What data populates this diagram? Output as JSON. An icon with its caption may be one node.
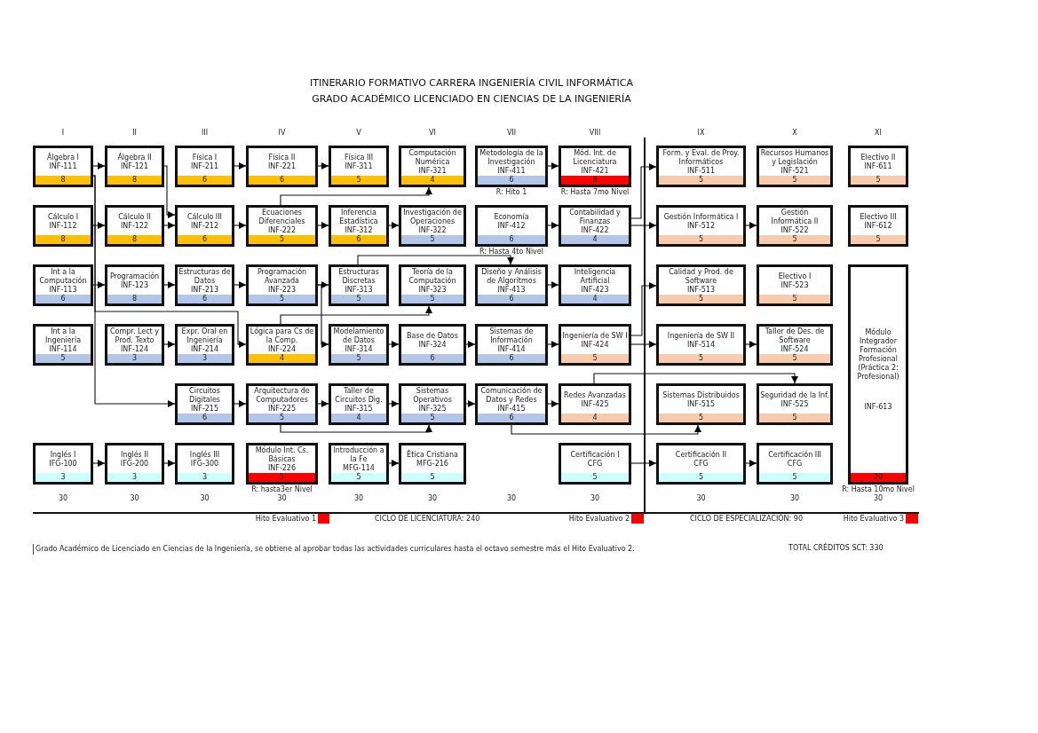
{
  "diagram": {
    "title": "ITINERARIO FORMATIVO CARRERA INGENIERÍA CIVIL INFORMÁTICA",
    "nodes": [
      {
        "text": [
          "Álgebra I",
          "INF-111",
          "8"
        ]
      },
      {
        "text": [
          "Álgebra II",
          "INF-121",
          "8"
        ]
      },
      {
        "text": [
          "Física I",
          "INF-211",
          "6"
        ]
      },
      {
        "text": [
          "Física II",
          "INF-221",
          "6"
        ]
      },
      {
        "text": [
          "Física III",
          "INF-311",
          "5"
        ]
      },
      {
        "text": [
          "Computación Numérica",
          "INF-321",
          "4"
        ]
      },
      {
        "text": [
          "Metodología de la Investigación",
          "INF-411",
          "6"
        ],
        "beside": [
          "R: Hito 1"
        ]
      },
      {
        "text": [
          "Mód. Int. de Licenciatura",
          "INF-421",
          "8"
        ],
        "beside": [
          "R: Hasta 7mo Nivel"
        ]
      },
      {
        "text": [
          "Form. y Eval. de Proy. Informáticos",
          "INF-511",
          "5"
        ]
      },
      {
        "text": [
          "Recursos Humanos y Legislación",
          "INF-521",
          "5"
        ]
      },
      {
        "text": [
          "Electivo II",
          "INF-611",
          "5"
        ]
      },
      {
        "text": [
          "Cálculo I",
          "INF-112",
          "8"
        ]
      },
      {
        "text": [
          "Cálculo II",
          "INF-122",
          "8"
        ]
      },
      {
        "text": [
          "Cálculo III",
          "INF-212",
          "6"
        ]
      },
      {
        "text": [
          "Ecuaciones Diferenciales",
          "INF-222",
          "5"
        ]
      },
      {
        "text": [
          "Inferencia Estadística",
          "INF-312",
          "6"
        ]
      },
      {
        "text": [
          "Investigación de Operaciones",
          "INF-322",
          "5"
        ]
      },
      {
        "text": [
          "Economía",
          "INF-412",
          "6"
        ],
        "beside": [
          "R: Hasta 4to Nivel"
        ]
      },
      {
        "text": [
          "Contabilidad y Finanzas",
          "INF-422",
          "4"
        ]
      },
      {
        "text": [
          "Gestión Informática I",
          "INF-512",
          "5"
        ]
      },
      {
        "text": [
          "Gestión Informática II",
          "INF-522",
          "5"
        ]
      },
      {
        "text": [
          "Electivo III",
          "INF-612",
          "5"
        ]
      },
      {
        "text": [
          "Int a la Computación",
          "INF-113",
          "6"
        ]
      },
      {
        "text": [
          "Programación",
          "INF-123",
          "8"
        ]
      },
      {
        "text": [
          "Estructuras de Datos",
          "INF-213",
          "6"
        ]
      },
      {
        "text": [
          "Programación Avanzada",
          "INF-223",
          "5"
        ]
      },
      {
        "text": [
          "Estructuras Discretas",
          "INF-313",
          "5"
        ]
      },
      {
        "text": [
          "Teoría de la Computación",
          "INF-323",
          "5"
        ]
      },
      {
        "text": [
          "Diseño y Análisis de Algoritmos",
          "INF-413",
          "6"
        ]
      },
      {
        "text": [
          "Inteligencia Artificial",
          "INF-423",
          "4"
        ]
      },
      {
        "text": [
          "Calidad y Prod. de Software",
          "INF-513",
          "5"
        ]
      },
      {
        "text": [
          "Electivo I",
          "INF-523",
          "5"
        ]
      },
      {
        "text": [
          "Módulo Integrador Formación Profesional (Práctica 2: Profesional)",
          "INF-613",
          "20"
        ],
        "beside": [
          "R: Hasta 10mo Nivel"
        ]
      },
      {
        "text": [
          "Int a la Ingeniería",
          "INF-114",
          "5"
        ]
      },
      {
        "text": [
          "Compr. Lect y Prod. Texto",
          "INF-124",
          "3"
        ]
      },
      {
        "text": [
          "Expr. Oral en Ingeniería",
          "INF-214",
          "3"
        ]
      },
      {
        "text": [
          "Lógica para Cs de la Comp.",
          "INF-224",
          "4"
        ]
      },
      {
        "text": [
          "Modelamiento de Datos",
          "INF-314",
          "5"
        ]
      },
      {
        "text": [
          "Base de Datos",
          "INF-324",
          "6"
        ]
      },
      {
        "text": [
          "Sistemas de Información",
          "INF-414",
          "6"
        ]
      },
      {
        "text": [
          "Ingeniería de SW I",
          "INF-424",
          "5"
        ]
      },
      {
        "text": [
          "Ingeniería de SW II",
          "INF-514",
          "5"
        ]
      },
      {
        "text": [
          "Taller de Des. de Software",
          "INF-524",
          "5"
        ]
      },
      {
        "text": [
          "Circuitos Digitales",
          "INF-215",
          "6"
        ]
      },
      {
        "text": [
          "Arquitectura de Computadores",
          "INF-225",
          "5"
        ]
      },
      {
        "text": [
          "Taller de Circuitos Dig.",
          "INF-315",
          "4"
        ]
      },
      {
        "text": [
          "Sistemas Operativos",
          "INF-325",
          "5"
        ]
      },
      {
        "text": [
          "Comunicación de Datos y Redes",
          "INF-415",
          "6"
        ]
      },
      {
        "text": [
          "Redes Avanzadas",
          "INF-425",
          "4"
        ]
      },
      {
        "text": [
          "Sistemas Distribuidos",
          "INF-515",
          "5"
        ]
      },
      {
        "text": [
          "Seguridad de la Inf.",
          "INF-525",
          "5"
        ]
      },
      {
        "text": [
          "Inglés I",
          "IFG-100",
          "3"
        ]
      },
      {
        "text": [
          "Inglés II",
          "IFG-200",
          "3"
        ]
      },
      {
        "text": [
          "Inglés III",
          "IFG-300",
          "3"
        ]
      },
      {
        "text": [
          "Módulo Int. Cs. Básicas",
          "INF-226",
          "5"
        ],
        "beside": [
          "R: hasta3er Nivel"
        ]
      },
      {
        "text": [
          "Introducción a la Fe",
          "MFG-114",
          "5"
        ]
      },
      {
        "text": [
          "Ética Cristiana",
          "MFG-216",
          "5"
        ]
      },
      {
        "text": [
          "Certificación I",
          "CFG",
          "5"
        ]
      },
      {
        "text": [
          "Certificación II",
          "CFG",
          "5"
        ]
      },
      {
        "text": [
          "Certificación III",
          "CFG",
          "5"
        ]
      }
    ],
    "edges": [
      {
        "from": 0,
        "to": 1,
        "arrow": "to"
      },
      {
        "from": 0,
        "to": 43,
        "arrow": "to"
      },
      {
        "from": 0,
        "to": 36,
        "arrow": "to"
      },
      {
        "from": 1,
        "to": 13,
        "arrow": "to"
      },
      {
        "from": 2,
        "to": 3,
        "arrow": "to"
      },
      {
        "from": 3,
        "to": 4,
        "arrow": "to"
      },
      {
        "from": 14,
        "to": 5,
        "arrow": "to"
      },
      {
        "from": 6,
        "to": 7,
        "arrow": "to"
      },
      {
        "from": 11,
        "to": 12,
        "arrow": "to"
      },
      {
        "from": 12,
        "to": 13,
        "arrow": "to"
      },
      {
        "from": 13,
        "to": 14,
        "arrow": "to"
      },
      {
        "from": 14,
        "to": 15,
        "arrow": "to"
      },
      {
        "from": 15,
        "to": 16,
        "arrow": "to"
      },
      {
        "from": 17,
        "to": 18,
        "arrow": "to"
      },
      {
        "from": 18,
        "to": 8,
        "arrow": "to"
      },
      {
        "from": 18,
        "to": 19,
        "arrow": "to"
      },
      {
        "from": 19,
        "to": 20,
        "arrow": "to"
      },
      {
        "from": 22,
        "to": 23,
        "arrow": "to"
      },
      {
        "from": 23,
        "to": 24,
        "arrow": "to"
      },
      {
        "from": 24,
        "to": 25,
        "arrow": "to"
      },
      {
        "from": 25,
        "to": 26,
        "arrow": "to"
      },
      {
        "from": 26,
        "to": 28,
        "arrow": "to"
      },
      {
        "from": 28,
        "to": 29,
        "arrow": "to"
      },
      {
        "from": 25,
        "to": 37,
        "arrow": "to"
      },
      {
        "from": 36,
        "to": 27,
        "arrow": "to"
      },
      {
        "from": 34,
        "to": 35,
        "arrow": "to"
      },
      {
        "from": 37,
        "to": 38,
        "arrow": "to"
      },
      {
        "from": 38,
        "to": 39,
        "arrow": "to"
      },
      {
        "from": 39,
        "to": 40,
        "arrow": "to"
      },
      {
        "from": 40,
        "to": 41,
        "arrow": "to"
      },
      {
        "from": 40,
        "to": 30,
        "arrow": "to"
      },
      {
        "from": 41,
        "to": 42,
        "arrow": "to"
      },
      {
        "from": 43,
        "to": 44,
        "arrow": "to"
      },
      {
        "from": 44,
        "to": 45,
        "arrow": "to"
      },
      {
        "from": 44,
        "to": 46,
        "arrow": "to"
      },
      {
        "from": 45,
        "to": 46,
        "arrow": "to"
      },
      {
        "from": 46,
        "to": 47,
        "arrow": "to"
      },
      {
        "from": 47,
        "to": 48,
        "arrow": "to"
      },
      {
        "from": 47,
        "to": 49,
        "arrow": "to"
      },
      {
        "from": 48,
        "to": 50,
        "arrow": "to"
      },
      {
        "from": 51,
        "to": 52,
        "arrow": "to"
      },
      {
        "from": 52,
        "to": 53,
        "arrow": "to"
      },
      {
        "from": 55,
        "to": 56,
        "arrow": "to"
      },
      {
        "from": 57,
        "to": 58,
        "arrow": "to"
      },
      {
        "from": 58,
        "to": 59,
        "arrow": "to"
      }
    ],
    "labels": [
      "GRADO ACADÉMICO LICENCIADO EN CIENCIAS DE LA INGENIERÍA",
      "I",
      "II",
      "III",
      "IV",
      "V",
      "VI",
      "VII",
      "VIII",
      "IX",
      "X",
      "XI",
      "30",
      "30",
      "30",
      "30",
      "30",
      "30",
      "30",
      "30",
      "30",
      "30",
      "30",
      "Hito Evaluativo 1",
      "CICLO DE LICENCIATURA: 240",
      "Hito Evaluativo 2",
      "CICLO DE ESPECIALIZACIÓN: 90",
      "Hito Evaluativo 3",
      "Grado Académico de Licenciado en Ciencias de la Ingeniería, se obtiene al aprobar todas las actividades curriculares hasta el octavo semestre más el Hito Evaluativo 2.",
      "TOTAL CRÉDITOS SCT: 330"
    ]
  }
}
